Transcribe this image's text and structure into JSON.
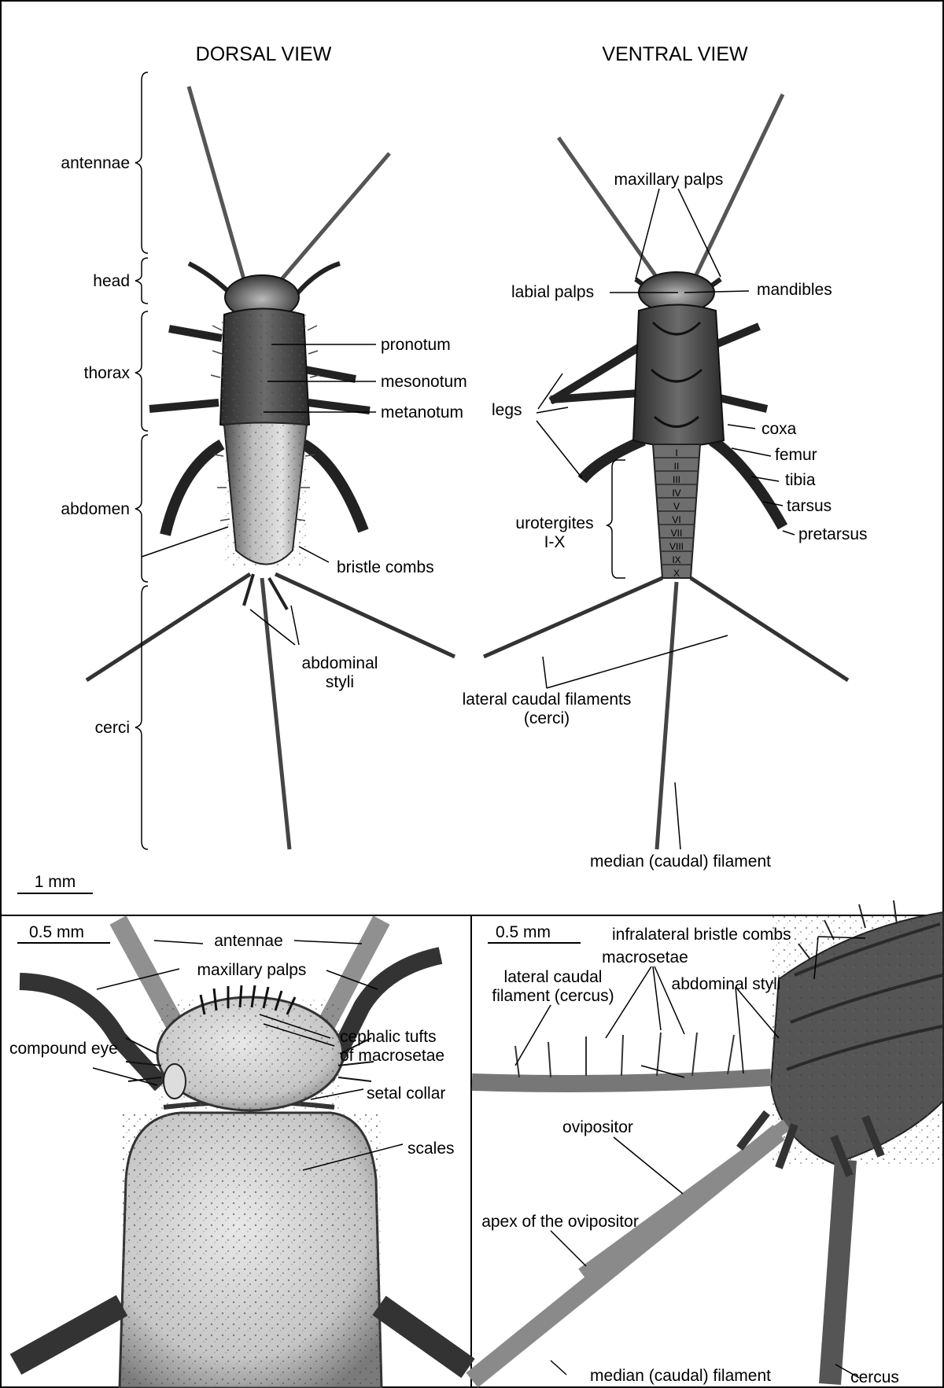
{
  "top_panel": {
    "dorsal_title": "DORSAL VIEW",
    "ventral_title": "VENTRAL VIEW",
    "scale_bar": "1 mm",
    "regions": [
      "antennae",
      "head",
      "thorax",
      "abdomen",
      "cerci"
    ],
    "dorsal_labels": {
      "pronotum": "pronotum",
      "mesonotum": "mesonotum",
      "metanotum": "metanotum",
      "bristle_combs": "bristle combs",
      "abdominal_styli_1": "abdominal",
      "abdominal_styli_2": "styli"
    },
    "ventral_labels": {
      "maxillary_palps": "maxillary palps",
      "labial_palps": "labial palps",
      "mandibles": "mandibles",
      "legs": "legs",
      "coxa": "coxa",
      "femur": "femur",
      "tibia": "tibia",
      "tarsus": "tarsus",
      "pretarsus": "pretarsus",
      "urotergites_1": "urotergites",
      "urotergites_2": "I-X",
      "lateral_caudal_1": "lateral caudal filaments",
      "lateral_caudal_2": "(cerci)",
      "median_filament": "median (caudal) filament"
    },
    "roman_numerals": [
      "I",
      "II",
      "III",
      "IV",
      "V",
      "VI",
      "VII",
      "VIII",
      "IX",
      "X"
    ]
  },
  "bottom_left_panel": {
    "scale_bar": "0.5 mm",
    "labels": {
      "antennae": "antennae",
      "maxillary_palps": "maxillary palps",
      "compound_eye": "compound eye",
      "cephalic_1": "cephalic tufts",
      "cephalic_2": "of macrosetae",
      "setal_collar": "setal collar",
      "scales": "scales"
    }
  },
  "bottom_right_panel": {
    "scale_bar": "0.5 mm",
    "labels": {
      "infralateral": "infralateral bristle combs",
      "lateral_1": "lateral caudal",
      "lateral_2": "filament (cercus)",
      "macrosetae": "macrosetae",
      "abdominal_styli": "abdominal styli",
      "ovipositor": "ovipositor",
      "apex": "apex of the ovipositor",
      "median": "median (caudal) filament",
      "cercus": "cercus"
    }
  }
}
